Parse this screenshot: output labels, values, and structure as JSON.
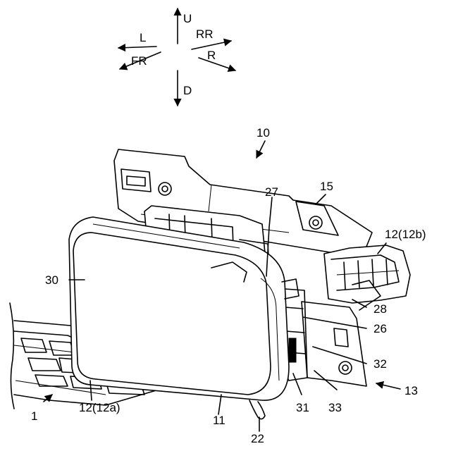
{
  "directions": {
    "up": "U",
    "down": "D",
    "left": "L",
    "right": "R",
    "front_right": "FR",
    "rear_right": "RR"
  },
  "labels": {
    "assembly": "10",
    "vehicle": "1",
    "lamp_lens": "30",
    "housing": "11",
    "connector_b": "12(12b)",
    "connector_a": "12(12a)",
    "bracket_upper": "15",
    "bracket_lower": "13",
    "part_27": "27",
    "part_28": "28",
    "part_26": "26",
    "part_32": "32",
    "part_33": "33",
    "part_31": "31",
    "part_22": "22"
  }
}
